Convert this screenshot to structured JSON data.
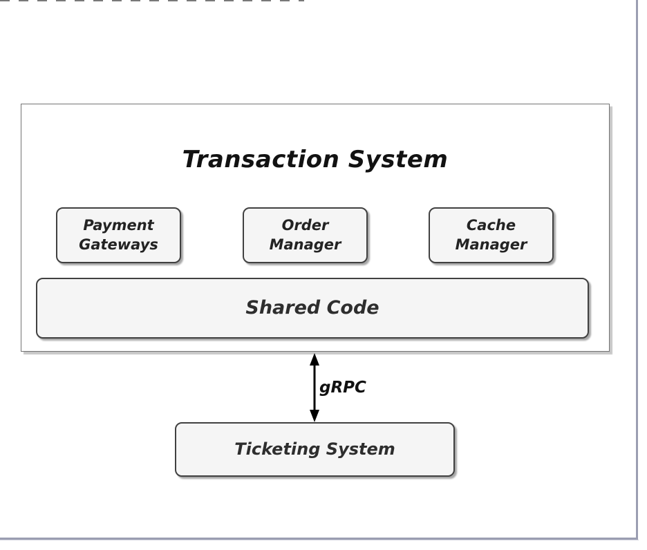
{
  "window": {
    "border_color": "#9b9eb2",
    "background": "#ffffff"
  },
  "diagram": {
    "group": {
      "title": "Transaction System",
      "children": [
        {
          "id": "payment-gateways",
          "label": "Payment\nGateways"
        },
        {
          "id": "order-manager",
          "label": "Order\nManager"
        },
        {
          "id": "cache-manager",
          "label": "Cache\nManager"
        }
      ],
      "shared": {
        "label": "Shared Code"
      }
    },
    "edge": {
      "label": "gRPC",
      "type": "bidirectional-arrow"
    },
    "external": {
      "label": "Ticketing System"
    }
  },
  "colors": {
    "node_fill": "#f5f5f5",
    "node_border": "#404040",
    "group_border": "#727272",
    "text": "#1c1c1c",
    "arrow": "#000000",
    "shadow": "#b3b3b3"
  }
}
